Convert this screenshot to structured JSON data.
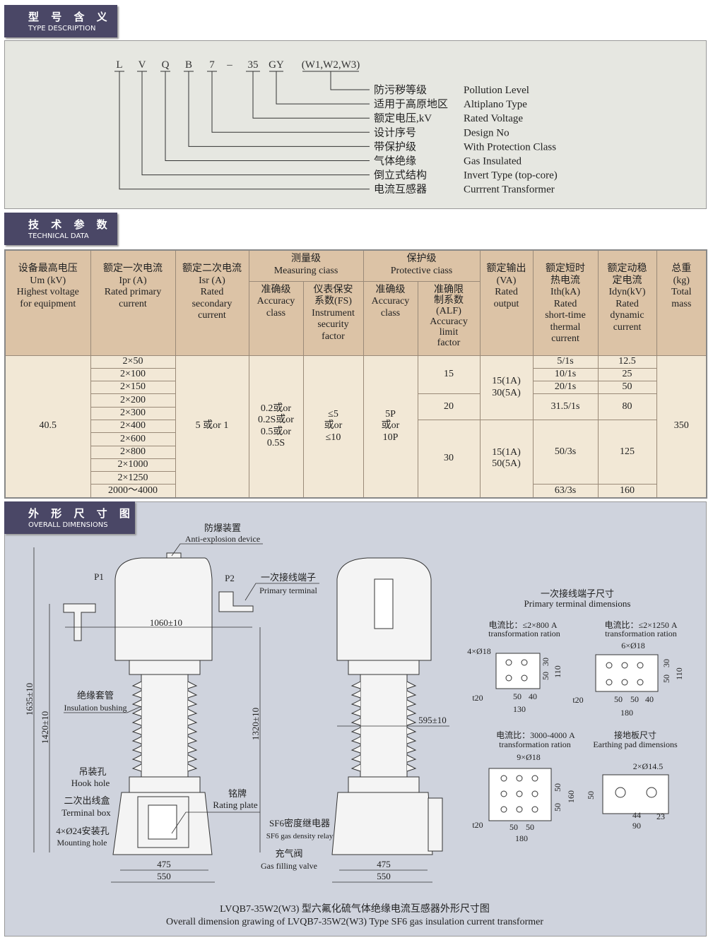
{
  "sections": {
    "type_description": {
      "cn": "型 号 含 义",
      "en": "TYPE DESCRIPTION"
    },
    "technical_data": {
      "cn": "技 术 参 数",
      "en": "TECHNICAL DATA"
    },
    "overall_dimensions": {
      "cn": "外 形 尺 寸 图",
      "en": "OVERALL DIMENSIONS"
    }
  },
  "model_code": [
    "L",
    "V",
    "Q",
    "B",
    "7",
    "–",
    "35",
    "GY",
    "(W1,W2,W3)"
  ],
  "code_meanings": [
    {
      "cn": "防污秽等级",
      "en": "Pollution Level"
    },
    {
      "cn": "适用于高原地区",
      "en": "Altiplano Type"
    },
    {
      "cn": "额定电压,kV",
      "en": "Rated Voltage"
    },
    {
      "cn": "设计序号",
      "en": "Design No"
    },
    {
      "cn": "带保护级",
      "en": "With Protection Class"
    },
    {
      "cn": "气体绝缘",
      "en": "Gas Insulated"
    },
    {
      "cn": "倒立式结构",
      "en": "Invert Type (top-core)"
    },
    {
      "cn": "电流互感器",
      "en": "Currrent Transformer"
    }
  ],
  "table": {
    "headers": {
      "um": "设备最高电压\nUm (kV)\nHighest voltage\nfor equipment",
      "ipr": "额定一次电流\nIpr (A)\nRated primary\ncurrent",
      "isr": "额定二次电流\nIsr (A)\nRated\nsecondary\ncurrent",
      "measuring": "测量级\nMeasuring ciass",
      "protective": "保护级\nProtective ciass",
      "meas_acc": "准确级\nAccuracy\nclass",
      "fs": "仪表保安\n系数(FS)\nInstrument\nsecurity\nfactor",
      "prot_acc": "准确级\nAccuracy\nclass",
      "alf": "准确限\n制系数\n(ALF)\nAccuracy\nlimit\nfactor",
      "output": "额定输出\n(VA)\nRated\noutput",
      "ith": "额定短时\n热电流\nIth(kA)\nRated\nshort-time\nthermal\ncurrent",
      "idyn": "额定动稳\n定电流\nIdyn(kV)\nRated\ndynamic\ncurrent",
      "mass": "总重\n(kg)\nTotal\nmass"
    },
    "um": "40.5",
    "ipr": [
      "2×50",
      "2×100",
      "2×150",
      "2×200",
      "2×300",
      "2×400",
      "2×600",
      "2×800",
      "2×1000",
      "2×1250",
      "2000～4000"
    ],
    "isr": "5 或or 1",
    "meas_acc": "0.2或or\n0.2S或or\n0.5或or\n0.5S",
    "fs": "≤5\n或or\n≤10",
    "prot_acc": "5P\n或or\n10P",
    "alf": [
      "15",
      "20",
      "30"
    ],
    "output": [
      "15(1A)\n30(5A)",
      "15(1A)\n50(5A)"
    ],
    "ith": [
      "5/1s",
      "10/1s",
      "20/1s",
      "31.5/1s",
      "50/3s",
      "63/3s"
    ],
    "idyn": [
      "12.5",
      "25",
      "50",
      "80",
      "125",
      "160"
    ],
    "mass": "350"
  },
  "drawing": {
    "anti_explosion": {
      "cn": "防爆装置",
      "en": "Anti-explosion device"
    },
    "p1": "P1",
    "p2": "P2",
    "primary_terminal": {
      "cn": "一次接线端子",
      "en": "Primary terminal"
    },
    "insulation_bushing": {
      "cn": "绝缘套管",
      "en": "Insulation bushing"
    },
    "hook_hole": {
      "cn": "吊装孔",
      "en": "Hook hole"
    },
    "terminal_box": {
      "cn": "二次出线盒",
      "en": "Terminal box"
    },
    "mounting_hole": {
      "cn": "4×Ø24安装孔",
      "en": "Mounting hole"
    },
    "rating_plate": {
      "cn": "铭牌",
      "en": "Rating plate"
    },
    "sf6_relay": {
      "cn": "SF6密度继电器",
      "en": "SF6 gas density relay"
    },
    "gas_valve": {
      "cn": "充气阀",
      "en": "Gas filling valve"
    },
    "dims": {
      "width_1060": "1060±10",
      "h1635": "1635±10",
      "h1420": "1420±10",
      "h1320": "1320±10",
      "d595": "595±10",
      "b475": "475",
      "b550": "550",
      "b475r": "475",
      "b550r": "550"
    },
    "terminals": {
      "title_cn": "一次接线端子尺寸",
      "title_en": "Primary terminal dimensions",
      "t1": {
        "cn": "电流比：≤2×800 A",
        "en": "transformation ration",
        "holes": "4×Ø18",
        "t": "t20",
        "d1": "50",
        "d2": "40",
        "w": "130",
        "v1": "30",
        "v2": "50",
        "h": "110"
      },
      "t2": {
        "cn": "电流比：≤2×1250 A",
        "en": "transformation ration",
        "holes": "6×Ø18",
        "t": "t20",
        "d1": "50",
        "d2": "50",
        "d3": "40",
        "w": "180",
        "v1": "30",
        "v2": "50",
        "h": "110"
      },
      "t3": {
        "cn": "电流比：3000-4000 A",
        "en": "transformation ration",
        "holes": "9×Ø18",
        "t": "t20",
        "d1": "50",
        "d2": "50",
        "w": "180",
        "v1": "50",
        "v2": "50",
        "h": "160"
      },
      "earth": {
        "cn": "接地板尺寸",
        "en": "Earthing pad dimensions",
        "holes": "2×Ø14.5",
        "h": "50",
        "d1": "44",
        "d2": "23",
        "w": "90"
      }
    },
    "caption_cn": "LVQB7-35W2(W3) 型六氟化硫气体绝缘电流互感器外形尺寸图",
    "caption_en": "Overall dimension grawing of LVQB7-35W2(W3) Type SF6 gas insulation current transformer"
  },
  "colors": {
    "header": "#4a4766",
    "table_head": "#dcc3a6",
    "table_body": "#f2e8d6",
    "drawing_bg": "#cfd3dd"
  }
}
